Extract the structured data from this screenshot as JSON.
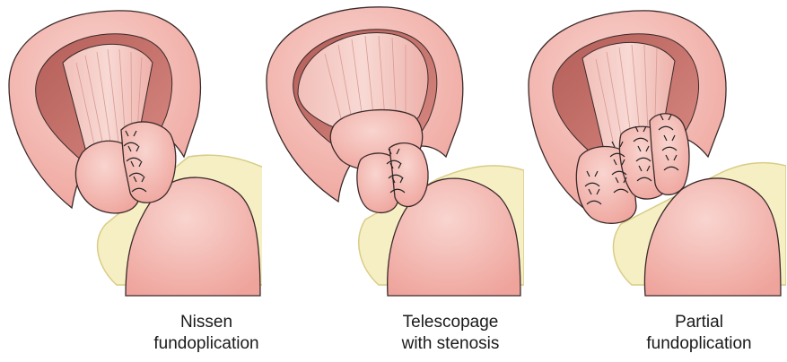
{
  "panels": [
    {
      "caption_line1": "Nissen",
      "caption_line2": "fundoplication"
    },
    {
      "caption_line1": "Telescopage",
      "caption_line2": "with stenosis"
    },
    {
      "caption_line1": "Partial",
      "caption_line2": "fundoplication"
    }
  ],
  "colors": {
    "tissue": "#f1b3ac",
    "tissue_light": "#f7cfc9",
    "lumen": "#c9726c",
    "outline": "#3a2a2a",
    "fat": "#f6efc4",
    "fat_edge": "#d9cc86"
  }
}
